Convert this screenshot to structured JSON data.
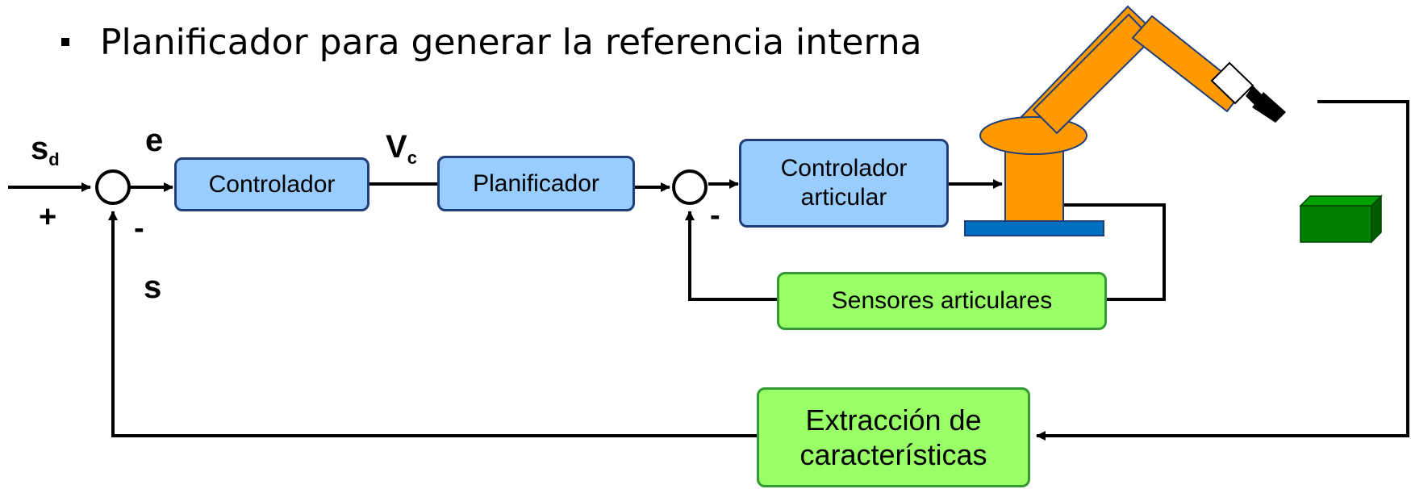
{
  "bullet": "Planificador para generar la referencia interna",
  "blocks": {
    "controlador": "Controlador",
    "planificador": "Planificador",
    "controlador_articular": "Controlador articular",
    "sensores_articulares": "Sensores articulares",
    "extraccion": "Extracción de características"
  },
  "signals": {
    "s": "s",
    "d": "d",
    "e": "e",
    "v": "V",
    "c": "c",
    "s_feedback": "s",
    "plus": "+",
    "minus": "-"
  },
  "colors": {
    "block_blue": "#99ccff",
    "block_green": "#99ff66",
    "robot_orange": "#ff9900",
    "base_blue": "#0070c0",
    "object_green": "#008000"
  }
}
